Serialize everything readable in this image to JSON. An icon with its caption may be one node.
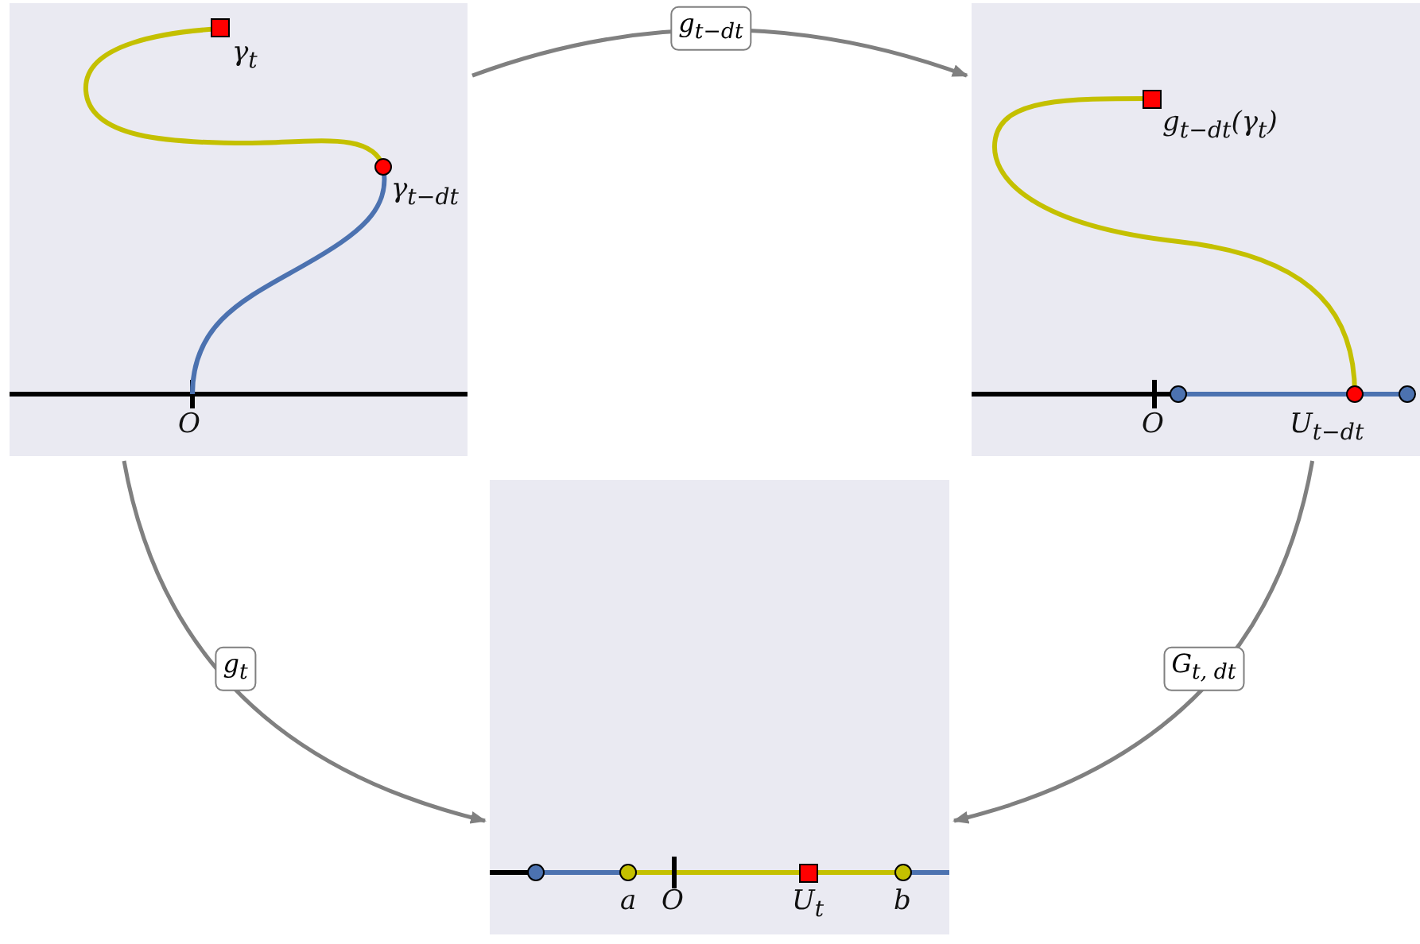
{
  "diagram": {
    "nodes": [
      {
        "text": [
          "γ$_{t}$",
          "γ$_{t−dt}$",
          "O"
        ]
      },
      {
        "text": [
          "g$_{t−dt}$(γ$_{t}$)",
          "O",
          "U$_{t−dt}$"
        ]
      },
      {
        "text": [
          "a",
          "O",
          "U$_{t}$",
          "b"
        ]
      }
    ],
    "edges": [
      {
        "from": 0,
        "to": 1,
        "arrow": "to",
        "label": "g$_{t−dt}$"
      },
      {
        "from": 0,
        "to": 2,
        "arrow": "to",
        "label": "g$_{t}$"
      },
      {
        "from": 1,
        "to": 2,
        "arrow": "to",
        "label": "G$_{t, dt}$"
      }
    ]
  }
}
